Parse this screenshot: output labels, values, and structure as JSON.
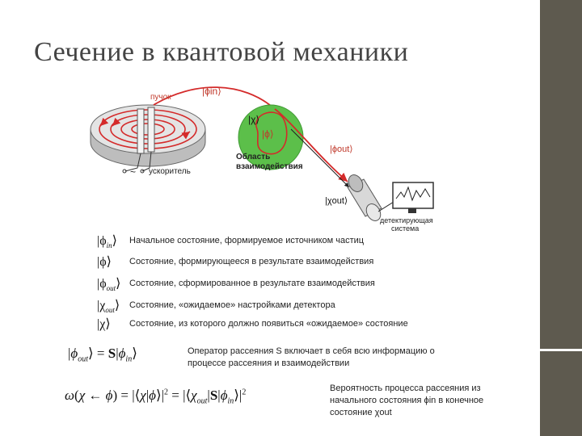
{
  "title": "Сечение в квантовой механики",
  "diagram": {
    "beam_label": "пучок",
    "accelerator_label": "ускоритель",
    "tilde": "~",
    "interaction_label_line1": "Область",
    "interaction_label_line2": "взаимодействия",
    "detector_label_line1": "детектирующая",
    "detector_label_line2": "система",
    "ket_in": "|ϕin⟩",
    "ket_chi": "|χ⟩",
    "ket_phi": "|ϕ⟩",
    "ket_out": "|ϕout⟩",
    "ket_chi_out": "|χout⟩"
  },
  "legend": [
    {
      "symbol": "ϕ",
      "sub": "in",
      "text": "Начальное состояние, формируемое источником частиц"
    },
    {
      "symbol": "ϕ",
      "sub": "",
      "text": "Состояние, формирующееся в результате взаимодействия"
    },
    {
      "symbol": "ϕ",
      "sub": "out",
      "text": "Состояние, сформированное в результате взаимодействия"
    },
    {
      "symbol": "χ",
      "sub": "out",
      "text": "Состояние, «ожидаемое» настройками детектора"
    },
    {
      "symbol": "χ",
      "sub": "",
      "text": "Состояние, из которого должно появиться «ожидаемое» состояние"
    }
  ],
  "formula1": {
    "text_line1": "Оператор рассеяния S включает в себя всю информацию о",
    "text_line2": "процессе рассеяния и взаимодействии"
  },
  "formula2": {
    "text_line1": "Вероятность процесса рассеяния из",
    "text_line2": "начального состояния ϕin в конечное",
    "text_line3": "состояние χout"
  },
  "colors": {
    "sidebar": "#5e5a4f",
    "red": "#d42a2a",
    "green": "#5cbf4a",
    "title": "#444444"
  }
}
